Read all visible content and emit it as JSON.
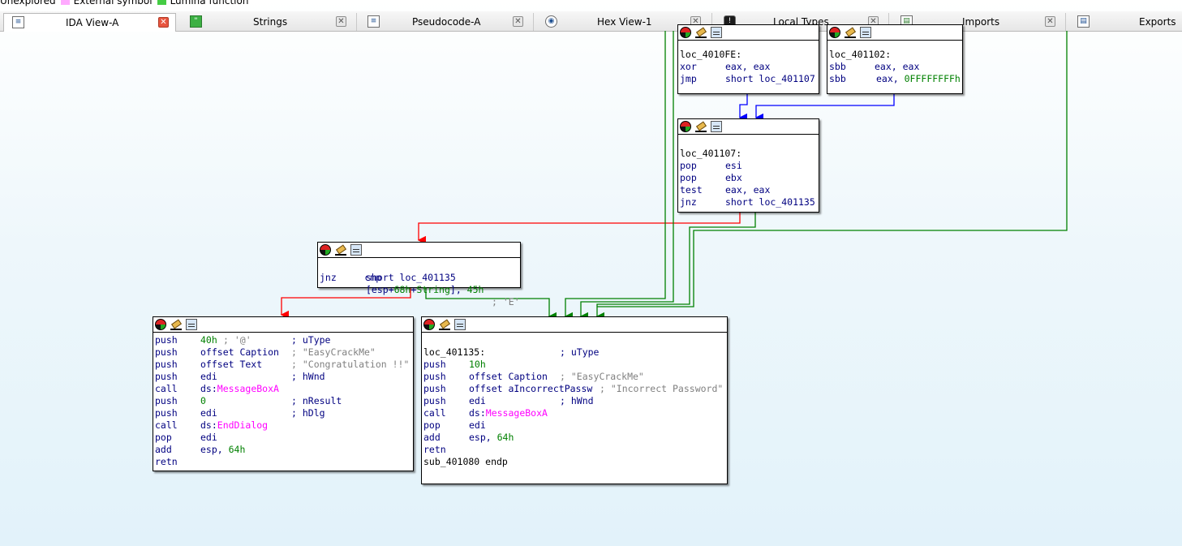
{
  "legend": {
    "items": [
      {
        "label": "Unexplored",
        "color": "#ffffff"
      },
      {
        "label": "External symbol",
        "color": "#ffaaff"
      },
      {
        "label": "Lumina function",
        "color": "#44cc44"
      }
    ]
  },
  "tabs": [
    {
      "label": "IDA View-A",
      "icon": "ida-view-icon",
      "active": true
    },
    {
      "label": "Strings",
      "icon": "strings-icon",
      "active": false
    },
    {
      "label": "Pseudocode-A",
      "icon": "pseudocode-icon",
      "active": false
    },
    {
      "label": "Hex View-1",
      "icon": "hex-view-icon",
      "active": false
    },
    {
      "label": "Local Types",
      "icon": "local-types-icon",
      "active": false
    },
    {
      "label": "Imports",
      "icon": "imports-icon",
      "active": false
    },
    {
      "label": "Exports",
      "icon": "exports-icon",
      "active": false
    }
  ],
  "colors": {
    "jump_true": "#008000",
    "jump_false": "#ff0000",
    "jump_uncond": "#0000ff",
    "mnemonic": "#000080",
    "comment": "#808080",
    "number": "#008000",
    "import": "#ff00ff"
  },
  "nodes": {
    "loc_4010fe": {
      "lines": [
        {
          "label": "loc_4010FE:"
        },
        {
          "m": "xor",
          "o": "eax, eax"
        },
        {
          "m": "jmp",
          "o": "short loc_401107"
        }
      ]
    },
    "loc_401102": {
      "lines": [
        {
          "label": "loc_401102:"
        },
        {
          "m": "sbb",
          "o": "eax, eax"
        },
        {
          "m": "sbb",
          "o": "eax, ",
          "num": "0FFFFFFFFh"
        }
      ]
    },
    "loc_401107": {
      "lines": [
        {
          "label": "loc_401107:"
        },
        {
          "m": "pop",
          "o": "esi"
        },
        {
          "m": "pop",
          "o": "ebx"
        },
        {
          "m": "test",
          "o": "eax, eax"
        },
        {
          "m": "jnz",
          "o": "short loc_401135"
        }
      ]
    },
    "cmp_block": {
      "lines": [
        {
          "m": "cmp",
          "o1": "[esp+",
          "n1": "68h",
          "o2": "+",
          "n2": "String",
          "o3": "], ",
          "n3": "45h",
          "c": "; 'E'"
        },
        {
          "m": "jnz",
          "o": "short loc_401135"
        }
      ]
    },
    "success_block": {
      "lines": [
        {
          "m": "push",
          "num": "40h",
          "c": "; '@'",
          "c2": "; uType"
        },
        {
          "m": "push",
          "o": "offset Caption",
          "c": "; \"EasyCrackMe\""
        },
        {
          "m": "push",
          "o": "offset Text",
          "c": "; \"Congratulation !!\""
        },
        {
          "m": "push",
          "o": "edi",
          "c2": "; hWnd"
        },
        {
          "m": "call",
          "o": "ds:",
          "imp": "MessageBoxA"
        },
        {
          "m": "push",
          "num": "0",
          "c2": "; nResult"
        },
        {
          "m": "push",
          "o": "edi",
          "c2": "; hDlg"
        },
        {
          "m": "call",
          "o": "ds:",
          "imp": "EndDialog"
        },
        {
          "m": "pop",
          "o": "edi"
        },
        {
          "m": "add",
          "o": "esp, ",
          "num": "64h"
        },
        {
          "m": "retn"
        }
      ]
    },
    "loc_401135": {
      "lines": [
        {
          "label": "loc_401135:",
          "c2": "; uType"
        },
        {
          "m": "push",
          "num": "10h"
        },
        {
          "m": "push",
          "o": "offset Caption",
          "c": "; \"EasyCrackMe\""
        },
        {
          "m": "push",
          "o": "offset aIncorrectPassw",
          "c": "; \"Incorrect Password\""
        },
        {
          "m": "push",
          "o": "edi",
          "c2": "; hWnd"
        },
        {
          "m": "call",
          "o": "ds:",
          "imp": "MessageBoxA"
        },
        {
          "m": "pop",
          "o": "edi"
        },
        {
          "m": "add",
          "o": "esp, ",
          "num": "64h"
        },
        {
          "m": "retn"
        },
        {
          "label": "sub_401080 endp"
        }
      ]
    }
  }
}
